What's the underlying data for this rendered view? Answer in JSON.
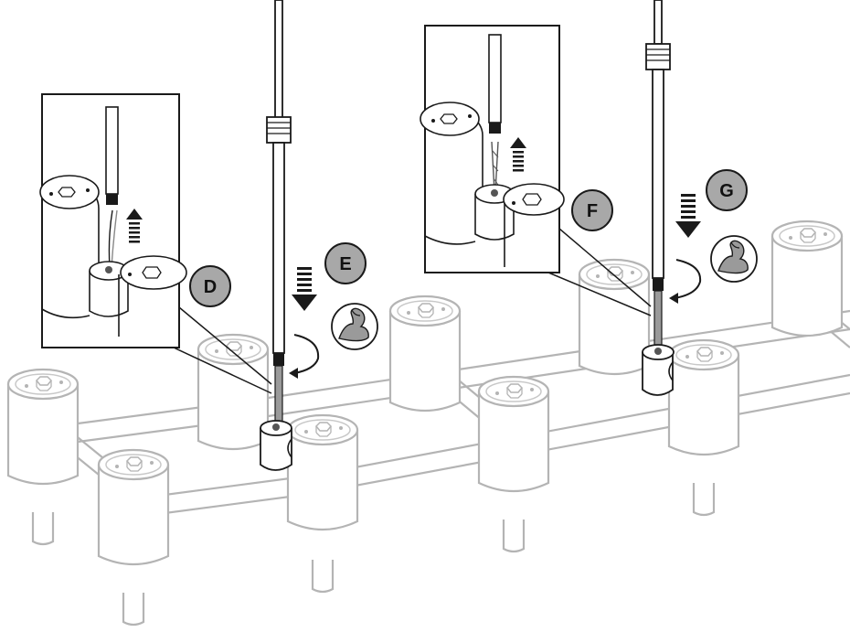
{
  "labels": {
    "d": "D",
    "e": "E",
    "f": "F",
    "g": "G"
  },
  "colors": {
    "background": "#ffffff",
    "fixture_gray": "#b4b4b4",
    "line_dark": "#1a1a1a",
    "label_badge": "#a8a8a8"
  },
  "icons": {
    "tighten": "strong-arm-icon",
    "push_down": "down-arrow-icon",
    "pull_up": "up-arrow-icon",
    "rotate": "rotate-arrow-icon"
  }
}
